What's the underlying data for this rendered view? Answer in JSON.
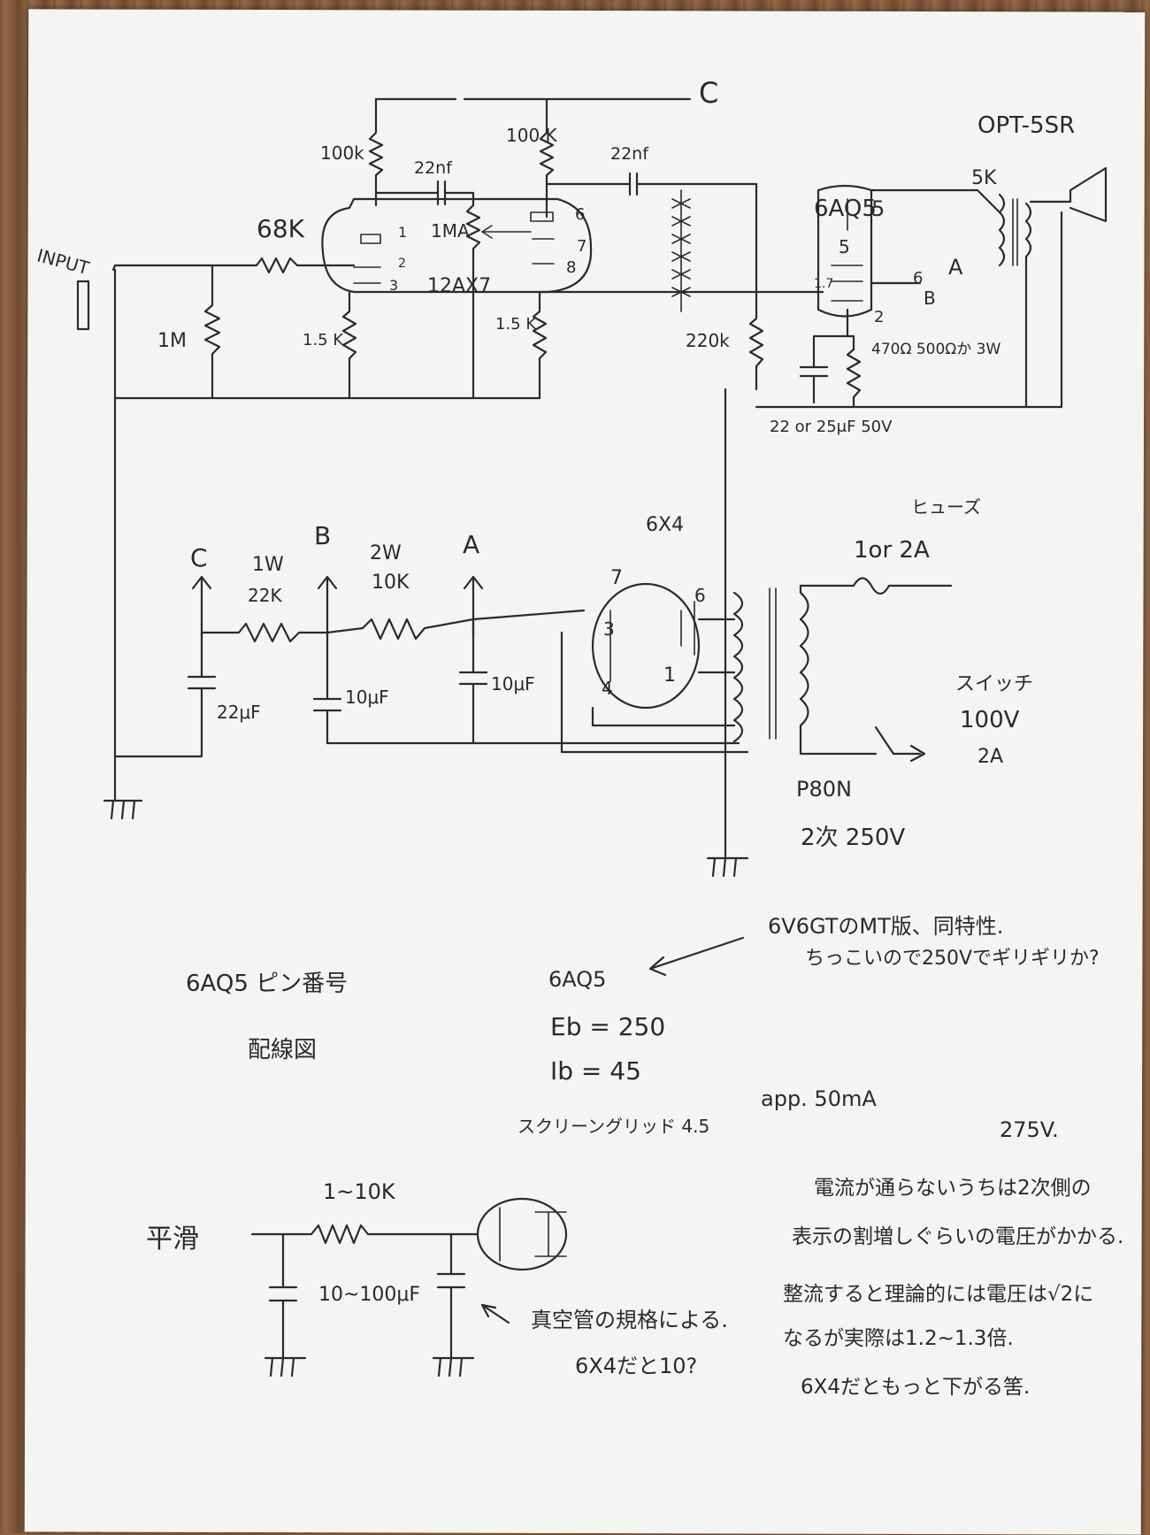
{
  "labels": {
    "c_top": "C",
    "opt": "OPT-5SR",
    "input": "INPUT",
    "r_100k_a": "100k",
    "r_100k_b": "100 K",
    "c_22nf_a": "22nf",
    "c_22nf_b": "22nf",
    "r_68k": "68K",
    "pot_1ma": "1MA",
    "tube_12ax7": "12AX7",
    "r_1m": "1M",
    "r_15k_a": "1.5 K",
    "r_15k_b": "1.5 K",
    "r_220k": "220k",
    "tube_6aq5_top": "6AQ5",
    "pin5": "5",
    "pin6": "6",
    "pin17": "1.7",
    "pin2": "2",
    "b_label_top": "B",
    "a_label_top": "A",
    "opt_5k": "5K",
    "r_cathode": "470Ω 500Ωか 3W",
    "c_cathode": "22 or 25μF 50V",
    "p12_1": "1",
    "p12_2": "2",
    "p12_3": "3",
    "p12_6": "6",
    "p12_7": "7",
    "p12_8": "8",
    "tube_6x4": "6X4",
    "fuse": "ヒューズ",
    "fuse_val": "1or 2A",
    "c_node": "C",
    "b_node": "B",
    "a_node": "A",
    "r_1w": "1W",
    "r_22k": "22K",
    "r_2w": "2W",
    "r_10k": "10K",
    "c_22uf": "22μF",
    "c_10uf_a": "10μF",
    "c_10uf_b": "10μF",
    "pin7_6x4": "7",
    "pin6_6x4": "6",
    "pin3_6x4": "3",
    "pin4_6x4": "4",
    "pin1_6x4": "1",
    "switch": "スイッチ",
    "v100": "100V",
    "a2": "2A",
    "p80n": "P80N",
    "secondary": "2次 250V"
  },
  "notes": {
    "pin_title": "6AQ5 ピン番号",
    "wiring": "配線図",
    "note_6v6": "6V6GTのMT版、同特性.",
    "note_small": "ちっこいので250Vでギリギリか?",
    "spec_6aq5": "6AQ5",
    "eb": "Eb = 250",
    "ib": "Ib = 45",
    "screen": "スクリーングリッド 4.5",
    "app": "app. 50mA",
    "v275": "275V.",
    "smooth": "平滑",
    "r_1_10k": "1~10K",
    "c_range": "10~100μF",
    "vacuum1": "真空管の規格による.",
    "vacuum2": "6X4だと10?",
    "current1": "電流が通らないうちは2次側の",
    "current2": "表示の割増しぐらいの電圧がかかる.",
    "rect1": "整流すると理論的には電圧は√2に",
    "rect2": "なるが実際は1.2~1.3倍.",
    "rect3": "6X4だともっと下がる筈."
  }
}
